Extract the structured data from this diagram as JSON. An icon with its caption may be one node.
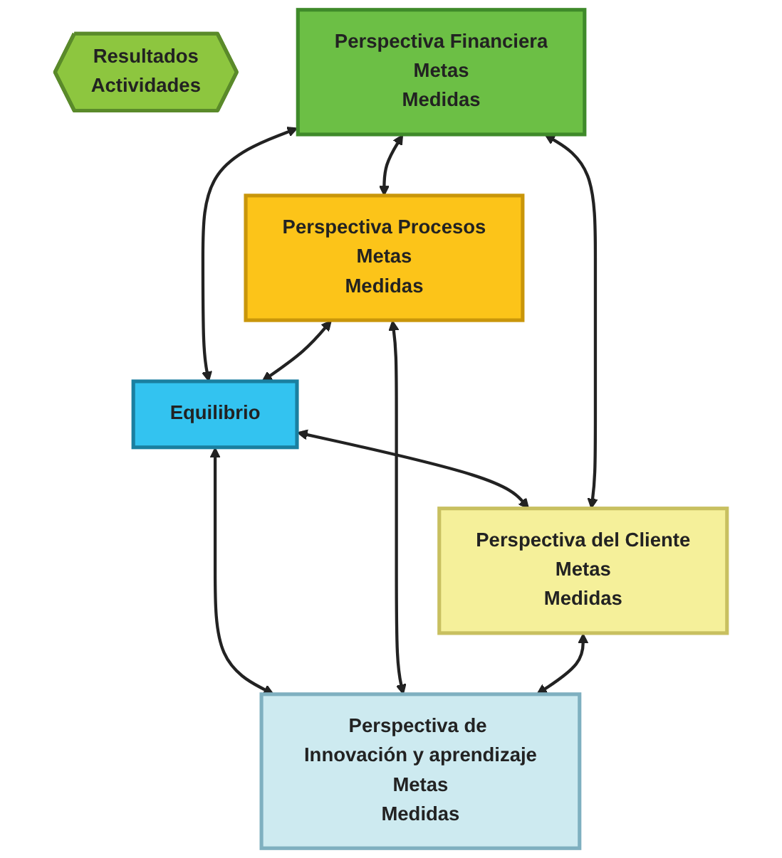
{
  "diagram": {
    "nodes": [
      {
        "text": [
          "Resultados",
          "Actividades"
        ]
      },
      {
        "text": [
          "Perspectiva Financiera",
          "Metas",
          "Medidas"
        ]
      },
      {
        "text": [
          "Perspectiva Procesos",
          "Metas",
          "Medidas"
        ]
      },
      {
        "text": [
          "Equilibrio"
        ]
      },
      {
        "text": [
          "Perspectiva del Cliente",
          "Metas",
          "Medidas"
        ]
      },
      {
        "text": [
          "Perspectiva de Innovación y aprendizaje",
          "Metas",
          "Medidas"
        ]
      }
    ],
    "edges": [
      {
        "from": 1,
        "to": 3,
        "arrow": "both"
      },
      {
        "from": 2,
        "to": 3,
        "arrow": "both"
      },
      {
        "from": 3,
        "to": 4,
        "arrow": "both"
      },
      {
        "from": 3,
        "to": 5,
        "arrow": "both"
      },
      {
        "from": 1,
        "to": 2,
        "arrow": "both"
      },
      {
        "from": 1,
        "to": 4,
        "arrow": "both"
      },
      {
        "from": 2,
        "to": 5,
        "arrow": "both"
      },
      {
        "from": 4,
        "to": 5,
        "arrow": "both"
      }
    ]
  }
}
